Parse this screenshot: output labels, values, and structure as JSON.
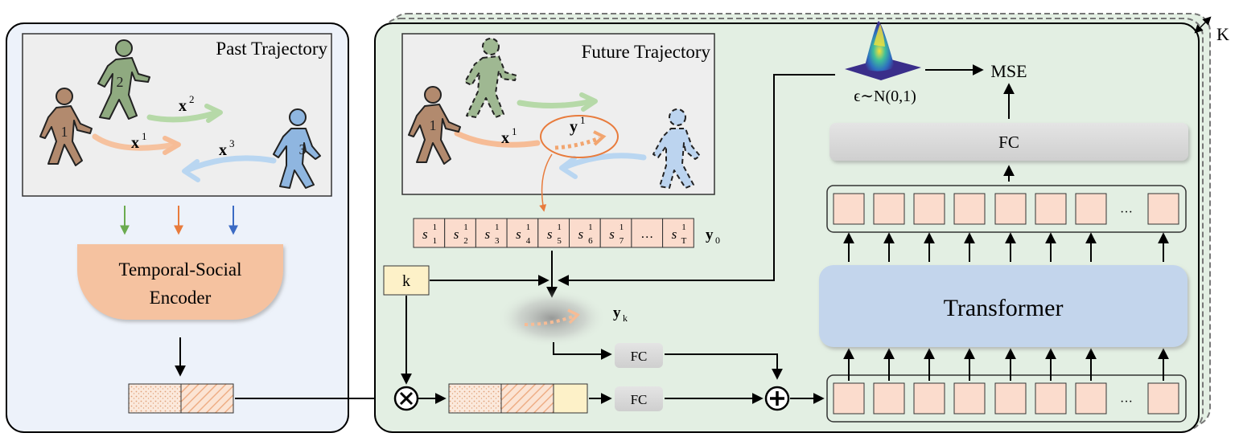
{
  "past_panel": {
    "title": "Past Trajectory",
    "agents": [
      "1",
      "2",
      "3"
    ],
    "traj_labels": {
      "x1": "x",
      "x1_sup": "1",
      "x2": "x",
      "x2_sup": "2",
      "x3": "x",
      "x3_sup": "3"
    },
    "encoder_line1": "Temporal-Social",
    "encoder_line2": "Encoder"
  },
  "future_panel": {
    "title": "Future Trajectory",
    "agent": "1",
    "x_label": "x",
    "x_sup": "1",
    "y_label": "y",
    "y_sup": "1",
    "sequence": [
      "1",
      "2",
      "3",
      "4",
      "5",
      "6",
      "7",
      "…",
      "T"
    ],
    "seq_symbol": "s",
    "seq_sup": "1",
    "y0_label": "y",
    "y0_sub": "0",
    "k_label": "k",
    "yk_label": "y",
    "yk_sub": "k",
    "fc_upper": "FC",
    "fc_lower": "FC",
    "noise_label": "ϵ∼N(0,1)",
    "mse_label": "MSE",
    "fc_top": "FC",
    "transformer_label": "Transformer",
    "token_ellipsis": "···",
    "k_repeat": "K"
  },
  "colors": {
    "left_bg": "#edf2fa",
    "right_bg": "#e3efe3",
    "scene_bg": "#eeeeee",
    "encoder": "#f5c2a0",
    "transformer": "#c3d5ec",
    "token": "#fbdccd",
    "k_box": "#fdf1c8",
    "agent1": "#b28a6e",
    "agent2": "#8faa80",
    "agent3": "#8fb6e0",
    "orange": "#e87b3c",
    "green": "#6bab4f",
    "blue": "#3b6bc4"
  }
}
